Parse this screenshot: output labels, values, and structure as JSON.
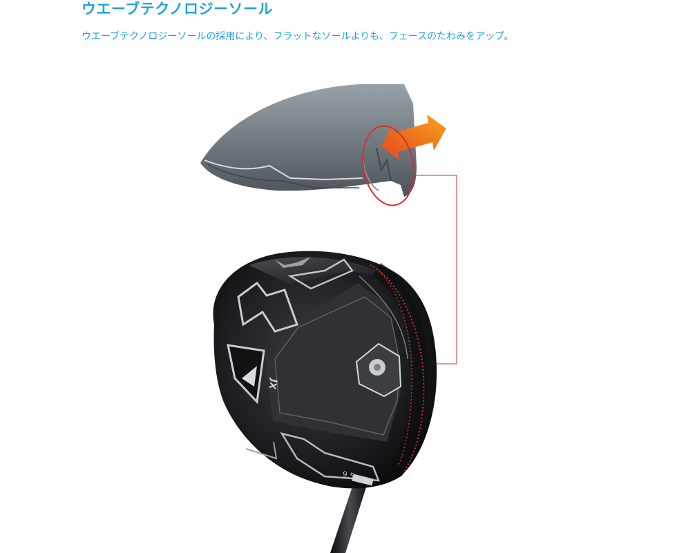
{
  "section": {
    "title": "ウエーブテクノロジーソール",
    "description": "ウエーブテクノロジーソールの採用により、フラットなソールよりも、フェースのたわみをアップ。"
  },
  "club_head": {
    "model_mark": "JX",
    "loft_marking": "9.5",
    "callout_color": "#d0312d",
    "body_color": "#1c1d20",
    "crown_color": "#2b2c30"
  },
  "icons": [
    "double-arrow-icon",
    "callout-circle-icon",
    "mizuno-runbird-logo"
  ]
}
